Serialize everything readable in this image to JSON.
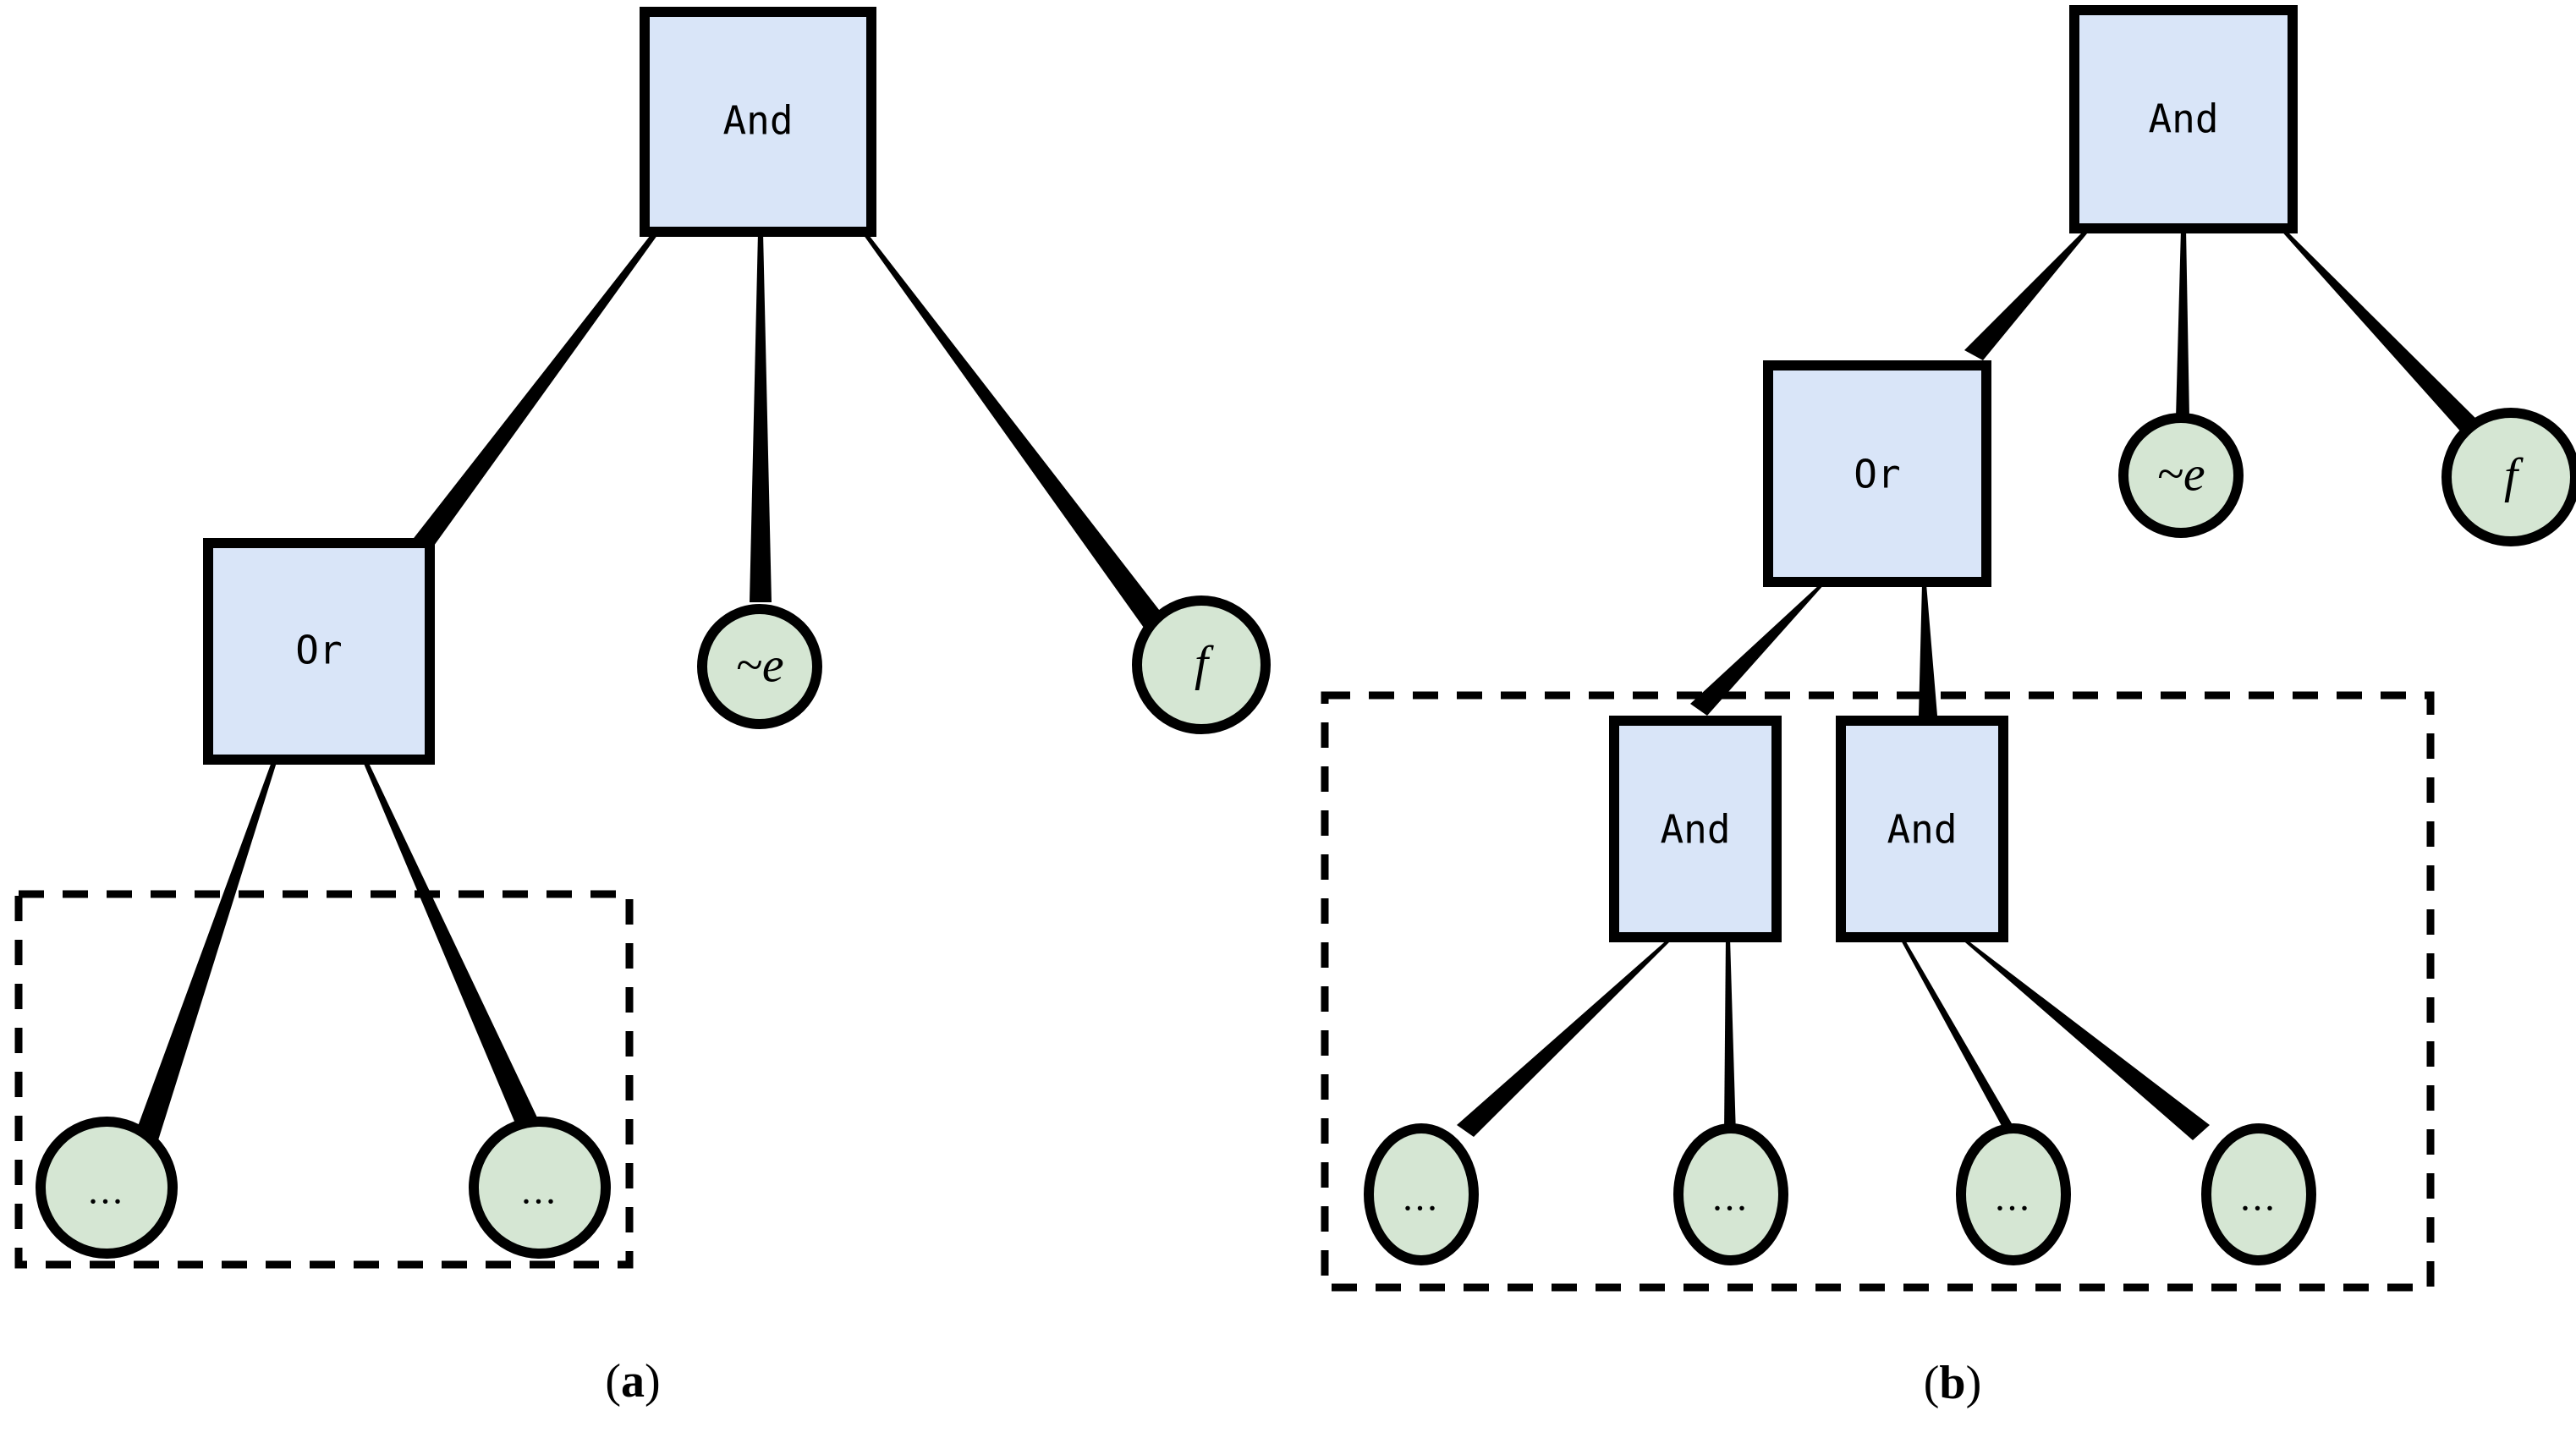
{
  "figure": {
    "background_color": "#ffffff",
    "colors": {
      "operator_fill": "#d9e5f8",
      "leaf_fill": "#d5e6d3",
      "stroke": "#000000",
      "group_dash_stroke": "#000000"
    },
    "panels": [
      {
        "id": "a",
        "caption_open": "(",
        "caption_letter": "a",
        "caption_close": ")",
        "nodes": {
          "root": {
            "label": "And",
            "shape": "box"
          },
          "or": {
            "label": "Or",
            "shape": "box"
          },
          "not_e": {
            "label": "~e",
            "shape": "circle"
          },
          "f": {
            "label": "f",
            "shape": "circle"
          },
          "leaf_1": {
            "label": "...",
            "shape": "circle"
          },
          "leaf_2": {
            "label": "...",
            "shape": "circle"
          }
        },
        "edges": [
          {
            "from": "And",
            "to": "Or"
          },
          {
            "from": "And",
            "to": "~e"
          },
          {
            "from": "And",
            "to": "f"
          },
          {
            "from": "Or",
            "to": "..."
          },
          {
            "from": "Or",
            "to": "..."
          }
        ],
        "group_box": {
          "label": "",
          "style": "dashed"
        }
      },
      {
        "id": "b",
        "caption_open": "(",
        "caption_letter": "b",
        "caption_close": ")",
        "nodes": {
          "root": {
            "label": "And",
            "shape": "box"
          },
          "or": {
            "label": "Or",
            "shape": "box"
          },
          "not_e": {
            "label": "~e",
            "shape": "circle"
          },
          "f": {
            "label": "f",
            "shape": "circle"
          },
          "and_left": {
            "label": "And",
            "shape": "box"
          },
          "and_right": {
            "label": "And",
            "shape": "box"
          },
          "leaf_1": {
            "label": "...",
            "shape": "circle"
          },
          "leaf_2": {
            "label": "...",
            "shape": "circle"
          },
          "leaf_3": {
            "label": "...",
            "shape": "circle"
          },
          "leaf_4": {
            "label": "...",
            "shape": "circle"
          }
        },
        "edges": [
          {
            "from": "And",
            "to": "Or"
          },
          {
            "from": "And",
            "to": "~e"
          },
          {
            "from": "And",
            "to": "f"
          },
          {
            "from": "Or",
            "to": "And"
          },
          {
            "from": "Or",
            "to": "And"
          },
          {
            "from": "And",
            "to": "..."
          },
          {
            "from": "And",
            "to": "..."
          },
          {
            "from": "And",
            "to": "..."
          },
          {
            "from": "And",
            "to": "..."
          }
        ],
        "group_box": {
          "label": "",
          "style": "dashed"
        }
      }
    ]
  }
}
